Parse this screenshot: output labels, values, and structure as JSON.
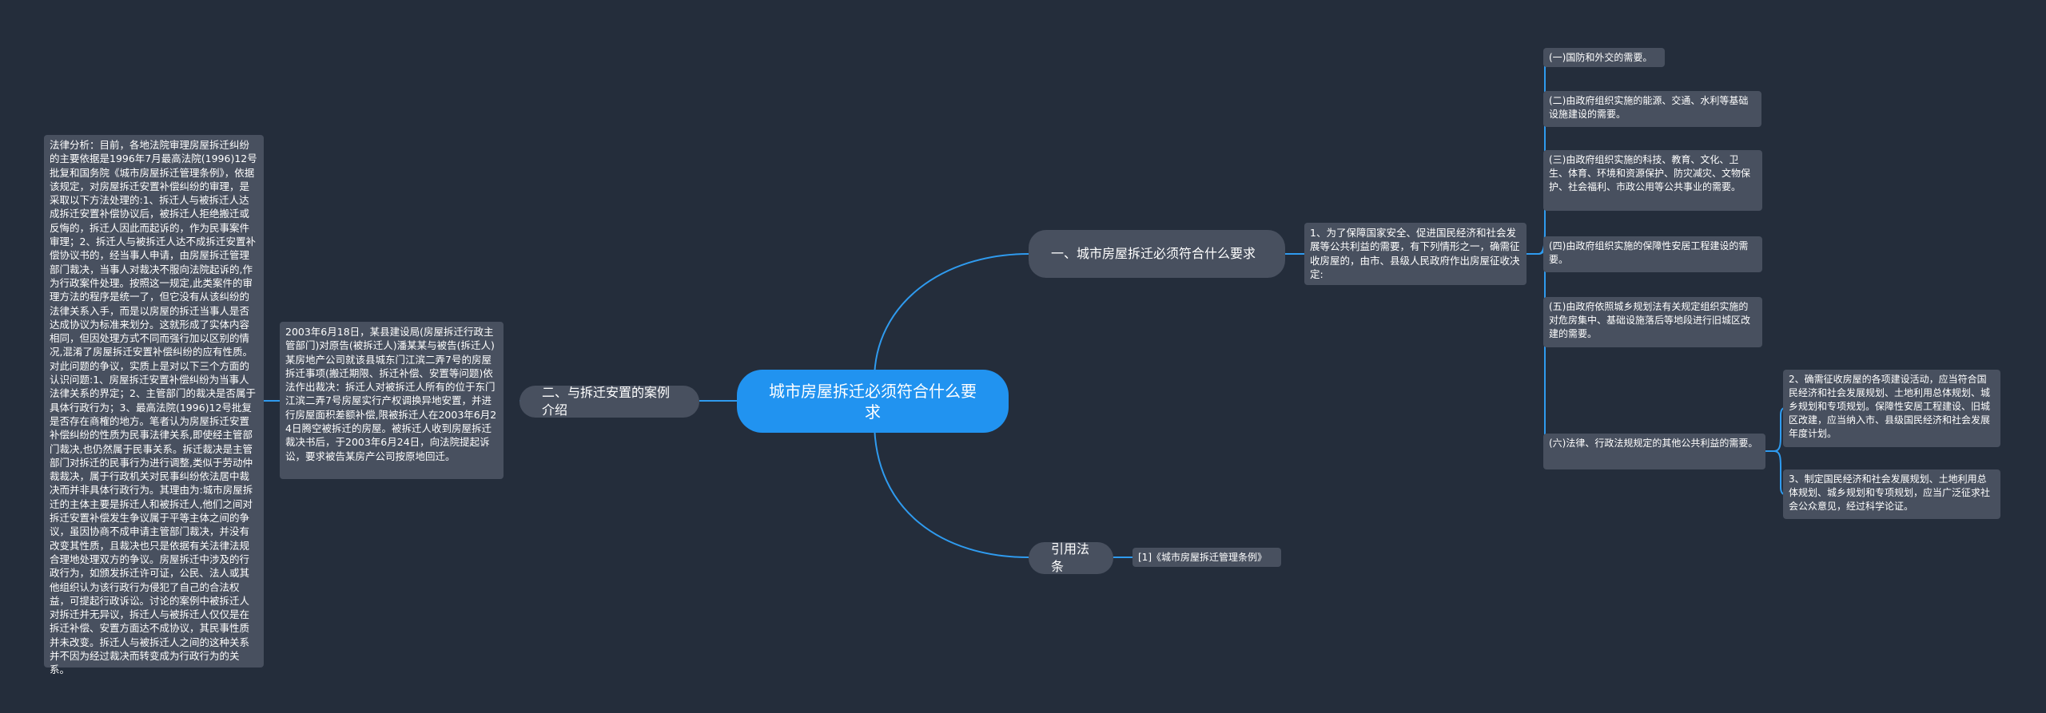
{
  "root": "城市房屋拆迁必须符合什么要求",
  "branches": {
    "b1": {
      "title": "一、城市房屋拆迁必须符合什么要求",
      "intro": "1、为了保障国家安全、促进国民经济和社会发展等公共利益的需要，有下列情形之一，确需征收房屋的，由市、县级人民政府作出房屋征收决定:",
      "items": [
        "(一)国防和外交的需要。",
        "(二)由政府组织实施的能源、交通、水利等基础设施建设的需要。",
        "(三)由政府组织实施的科技、教育、文化、卫生、体育、环境和资源保护、防灾减灾、文物保护、社会福利、市政公用等公共事业的需要。",
        "(四)由政府组织实施的保障性安居工程建设的需要。",
        "(五)由政府依照城乡规划法有关规定组织实施的对危房集中、基础设施落后等地段进行旧城区改建的需要。",
        "(六)法律、行政法规规定的其他公共利益的需要。"
      ],
      "sub": [
        "2、确需征收房屋的各项建设活动，应当符合国民经济和社会发展规划、土地利用总体规划、城乡规划和专项规划。保障性安居工程建设、旧城区改建，应当纳入市、县级国民经济和社会发展年度计划。",
        "3、制定国民经济和社会发展规划、土地利用总体规划、城乡规划和专项规划，应当广泛征求社会公众意见，经过科学论证。"
      ]
    },
    "b2": {
      "title": "二、与拆迁安置的案例介绍",
      "case": "2003年6月18日，某县建设局(房屋拆迁行政主管部门)对原告(被拆迁人)潘某某与被告(拆迁人)某房地产公司就该县城东门江滨二弄7号的房屋拆迁事项(搬迁期限、拆迁补偿、安置等问题)依法作出裁决：拆迁人对被拆迁人所有的位于东门江滨二弄7号房屋实行产权调换异地安置，并进行房屋面积差额补偿,限被拆迁人在2003年6月24日腾空被拆迁的房屋。被拆迁人收到房屋拆迁裁决书后，于2003年6月24日，向法院提起诉讼，要求被告某房产公司按原地回迁。",
      "analysis": "法律分析：目前，各地法院审理房屋拆迁纠纷的主要依据是1996年7月最高法院(1996)12号批复和国务院《城市房屋拆迁管理条例》，依据该规定，对房屋拆迁安置补偿纠纷的审理，是采取以下方法处理的:1、拆迁人与被拆迁人达成拆迁安置补偿协议后，被拆迁人拒绝搬迁或反悔的，拆迁人因此而起诉的，作为民事案件审理；2、拆迁人与被拆迁人达不成拆迁安置补偿协议书的，经当事人申请，由房屋拆迁管理部门裁决，当事人对裁决不服向法院起诉的,作为行政案件处理。按照这一规定,此类案件的审理方法的程序是统一了，但它没有从该纠纷的法律关系入手，而是以房屋的拆迁当事人是否达成协议为标准来划分。这就形成了实体内容相同，但因处理方式不同而强行加以区别的情况,混淆了房屋拆迁安置补偿纠纷的应有性质。对此问题的争议，实质上是对以下三个方面的认识问题:1、房屋拆迁安置补偿纠纷为当事人法律关系的界定；2、主管部门的裁决是否属于具体行政行为；3、最高法院(1996)12号批复是否存在商榷的地方。笔者认为房屋拆迁安置补偿纠纷的性质为民事法律关系,即使经主管部门裁决,也仍然属于民事关系。拆迁裁决是主管部门对拆迁的民事行为进行调整,类似于劳动仲裁裁决，属于行政机关对民事纠纷依法居中裁决而并非具体行政行为。其理由为:城市房屋拆迁的主体主要是拆迁人和被拆迁人,他们之间对拆迁安置补偿发生争议属于平等主体之间的争议，虽因协商不成申请主管部门裁决，并没有改变其性质，且裁决也只是依据有关法律法规合理地处理双方的争议。房屋拆迁中涉及的行政行为，如颁发拆迁许可证，公民、法人或其他组织认为该行政行为侵犯了自己的合法权益，可提起行政诉讼。讨论的案例中被拆迁人对拆迁并无异议，拆迁人与被拆迁人仅仅是在拆迁补偿、安置方面达不成协议，其民事性质并未改变。拆迁人与被拆迁人之间的这种关系并不因为经过裁决而转变成为行政行为的关系。"
    },
    "b3": {
      "title": "引用法条",
      "ref": "[1]《城市房屋拆迁管理条例》"
    }
  }
}
